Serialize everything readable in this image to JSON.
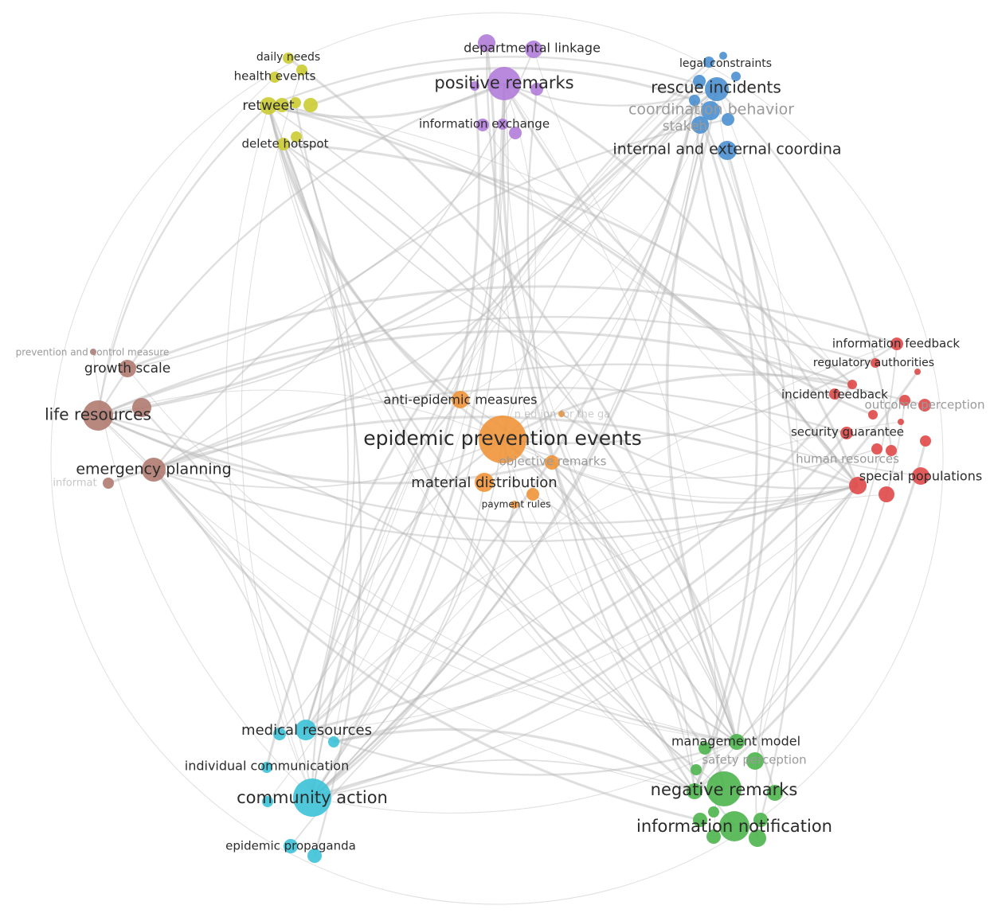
{
  "clusters": {
    "yellow": "#cccc33",
    "purple": "#b07cd8",
    "blue": "#4a90d0",
    "brown": "#b07a70",
    "orange": "#f0953a",
    "red": "#e04848",
    "cyan": "#3cc2d8",
    "green": "#4cb44c"
  },
  "labels": {
    "daily_needs": "daily needs",
    "health_events": "health events",
    "retweet": "retweet",
    "delete_hotspot": "delete hotspot",
    "departmental_linkage": "departmental linkage",
    "positive_remarks": "positive remarks",
    "information_exchange": "information exchange",
    "legal_constraints": "legal constraints",
    "rescue_incidents": "rescue incidents",
    "coordination_behavior": "coordination behavior",
    "stakeholder": "stakeh",
    "internal_external": "internal and external coordina",
    "prevention_control": "prevention and control measure",
    "growth_scale": "growth scale",
    "life_resources": "life resources",
    "emergency_planning": "emergency planning",
    "information_brown": "informat",
    "anti_epidemic": "anti-epidemic measures",
    "epidemic_prevention": "epidemic prevention events",
    "faint_orange": "n        ed    ion for the ga",
    "objective_remarks": "objective remarks",
    "material_distribution": "material distribution",
    "payment_rules": "payment rules",
    "information_feedback": "information feedback",
    "regulatory_authorities": "regulatory authorities",
    "incident_feedback": "incident feedback",
    "outcome_perception": "outcome perception",
    "security_guarantee": "security guarantee",
    "human_resources": "human resources",
    "special_populations": "special populations",
    "medical_resources": "medical resources",
    "individual_communication": "individual communication",
    "community_action": "community action",
    "epidemic_propaganda": "epidemic propaganda",
    "management_model": "management model",
    "safety_perception": "safety perception",
    "negative_remarks": "negative remarks",
    "information_notification": "information notification"
  },
  "nodes": [
    {
      "id": "y1",
      "c": "yellow"
    },
    {
      "id": "y2",
      "c": "yellow"
    },
    {
      "id": "y3",
      "c": "yellow"
    },
    {
      "id": "y4",
      "c": "yellow"
    },
    {
      "id": "y5",
      "c": "yellow"
    },
    {
      "id": "y6",
      "c": "yellow"
    },
    {
      "id": "y7",
      "c": "yellow"
    },
    {
      "id": "y8",
      "c": "yellow"
    },
    {
      "id": "y9",
      "c": "yellow"
    },
    {
      "id": "p1",
      "c": "purple"
    },
    {
      "id": "p2",
      "c": "purple"
    },
    {
      "id": "p3",
      "c": "purple"
    },
    {
      "id": "p4",
      "c": "purple"
    },
    {
      "id": "p5",
      "c": "purple"
    },
    {
      "id": "p6",
      "c": "purple"
    },
    {
      "id": "p7",
      "c": "purple"
    },
    {
      "id": "p8",
      "c": "purple"
    },
    {
      "id": "b1",
      "c": "blue"
    },
    {
      "id": "b2",
      "c": "blue"
    },
    {
      "id": "b3",
      "c": "blue"
    },
    {
      "id": "b4",
      "c": "blue"
    },
    {
      "id": "b5",
      "c": "blue"
    },
    {
      "id": "b6",
      "c": "blue"
    },
    {
      "id": "b7",
      "c": "blue"
    },
    {
      "id": "b8",
      "c": "blue"
    },
    {
      "id": "b9",
      "c": "blue"
    },
    {
      "id": "b10",
      "c": "blue"
    },
    {
      "id": "br1",
      "c": "brown"
    },
    {
      "id": "br2",
      "c": "brown"
    },
    {
      "id": "br3",
      "c": "brown"
    },
    {
      "id": "br4",
      "c": "brown"
    },
    {
      "id": "br5",
      "c": "brown"
    },
    {
      "id": "br6",
      "c": "brown"
    },
    {
      "id": "o1",
      "c": "orange"
    },
    {
      "id": "o2",
      "c": "orange"
    },
    {
      "id": "o3",
      "c": "orange"
    },
    {
      "id": "o4",
      "c": "orange"
    },
    {
      "id": "o5",
      "c": "orange"
    },
    {
      "id": "o6",
      "c": "orange"
    },
    {
      "id": "o7",
      "c": "orange"
    },
    {
      "id": "r1",
      "c": "red"
    },
    {
      "id": "r2",
      "c": "red"
    },
    {
      "id": "r3",
      "c": "red"
    },
    {
      "id": "r4",
      "c": "red"
    },
    {
      "id": "r5",
      "c": "red"
    },
    {
      "id": "r6",
      "c": "red"
    },
    {
      "id": "r7",
      "c": "red"
    },
    {
      "id": "r8",
      "c": "red"
    },
    {
      "id": "r9",
      "c": "red"
    },
    {
      "id": "r10",
      "c": "red"
    },
    {
      "id": "r11",
      "c": "red"
    },
    {
      "id": "r12",
      "c": "red"
    },
    {
      "id": "r13",
      "c": "red"
    },
    {
      "id": "r14",
      "c": "red"
    },
    {
      "id": "r15",
      "c": "red"
    },
    {
      "id": "r16",
      "c": "red"
    },
    {
      "id": "c1",
      "c": "cyan"
    },
    {
      "id": "c2",
      "c": "cyan"
    },
    {
      "id": "c3",
      "c": "cyan"
    },
    {
      "id": "c4",
      "c": "cyan"
    },
    {
      "id": "c5",
      "c": "cyan"
    },
    {
      "id": "c6",
      "c": "cyan"
    },
    {
      "id": "c7",
      "c": "cyan"
    },
    {
      "id": "c8",
      "c": "cyan"
    },
    {
      "id": "g1",
      "c": "green"
    },
    {
      "id": "g2",
      "c": "green"
    },
    {
      "id": "g3",
      "c": "green"
    },
    {
      "id": "g4",
      "c": "green"
    },
    {
      "id": "g5",
      "c": "green"
    },
    {
      "id": "g6",
      "c": "green"
    },
    {
      "id": "g7",
      "c": "green"
    },
    {
      "id": "g8",
      "c": "green"
    },
    {
      "id": "g9",
      "c": "green"
    },
    {
      "id": "g10",
      "c": "green"
    },
    {
      "id": "g11",
      "c": "green"
    },
    {
      "id": "g12",
      "c": "green"
    },
    {
      "id": "g13",
      "c": "green"
    }
  ],
  "edges": [
    [
      "o1",
      "p1"
    ],
    [
      "o1",
      "b2"
    ],
    [
      "o1",
      "b9"
    ],
    [
      "o1",
      "y3"
    ],
    [
      "o1",
      "br1"
    ],
    [
      "o1",
      "br3"
    ],
    [
      "o1",
      "r1"
    ],
    [
      "o1",
      "r5"
    ],
    [
      "o1",
      "r14"
    ],
    [
      "o1",
      "c1"
    ],
    [
      "o1",
      "c2"
    ],
    [
      "o1",
      "g1"
    ],
    [
      "o1",
      "g4"
    ],
    [
      "o1",
      "g7"
    ],
    [
      "p1",
      "b2"
    ],
    [
      "p1",
      "y3"
    ],
    [
      "p1",
      "g4"
    ],
    [
      "p1",
      "c1"
    ],
    [
      "p1",
      "br1"
    ],
    [
      "p1",
      "r14"
    ],
    [
      "p1",
      "g7"
    ],
    [
      "p1",
      "c3"
    ],
    [
      "b2",
      "g4"
    ],
    [
      "b2",
      "c1"
    ],
    [
      "b2",
      "r5"
    ],
    [
      "b2",
      "br1"
    ],
    [
      "b2",
      "y3"
    ],
    [
      "b9",
      "g7"
    ],
    [
      "b9",
      "c1"
    ],
    [
      "b9",
      "br3"
    ],
    [
      "b9",
      "r14"
    ],
    [
      "b9",
      "c2"
    ],
    [
      "y3",
      "c1"
    ],
    [
      "y3",
      "g4"
    ],
    [
      "y3",
      "br1"
    ],
    [
      "y3",
      "r14"
    ],
    [
      "y3",
      "g7"
    ],
    [
      "y9",
      "c2"
    ],
    [
      "y9",
      "g4"
    ],
    [
      "y9",
      "r5"
    ],
    [
      "br1",
      "g4"
    ],
    [
      "br1",
      "c1"
    ],
    [
      "br1",
      "r14"
    ],
    [
      "br1",
      "r5"
    ],
    [
      "br3",
      "g7"
    ],
    [
      "br3",
      "c2"
    ],
    [
      "br3",
      "r14"
    ],
    [
      "br2",
      "r1"
    ],
    [
      "br2",
      "g4"
    ],
    [
      "r14",
      "c1"
    ],
    [
      "r14",
      "g4"
    ],
    [
      "r5",
      "c2"
    ],
    [
      "r1",
      "c1"
    ],
    [
      "r1",
      "g7"
    ],
    [
      "r10",
      "br3"
    ],
    [
      "r10",
      "c4"
    ],
    [
      "c1",
      "g4"
    ],
    [
      "c1",
      "g7"
    ],
    [
      "c2",
      "g4"
    ],
    [
      "c4",
      "g7"
    ],
    [
      "c3",
      "r14"
    ],
    [
      "o2",
      "g4"
    ],
    [
      "o2",
      "c1"
    ],
    [
      "o2",
      "y3"
    ],
    [
      "o2",
      "b2"
    ],
    [
      "o4",
      "g7"
    ],
    [
      "o4",
      "r14"
    ],
    [
      "o4",
      "br1"
    ],
    [
      "o3",
      "b9"
    ],
    [
      "o3",
      "c1"
    ],
    [
      "p2",
      "g4"
    ],
    [
      "p2",
      "c1"
    ],
    [
      "p3",
      "r14"
    ],
    [
      "p3",
      "br3"
    ],
    [
      "p4",
      "g7"
    ],
    [
      "p5",
      "c2"
    ],
    [
      "p6",
      "r5"
    ],
    [
      "p8",
      "br2"
    ],
    [
      "b1",
      "c1"
    ],
    [
      "b3",
      "br1"
    ],
    [
      "b4",
      "g4"
    ],
    [
      "b5",
      "c1"
    ],
    [
      "b6",
      "br3"
    ],
    [
      "b8",
      "g7"
    ],
    [
      "b10",
      "c4"
    ],
    [
      "g1",
      "y3"
    ],
    [
      "g2",
      "br1"
    ],
    [
      "g3",
      "p1"
    ],
    [
      "g5",
      "b2"
    ],
    [
      "g6",
      "o1"
    ],
    [
      "g8",
      "y9"
    ],
    [
      "g9",
      "br3"
    ],
    [
      "g10",
      "p1"
    ],
    [
      "g11",
      "r14"
    ],
    [
      "g12",
      "b9"
    ],
    [
      "c5",
      "b2"
    ],
    [
      "c6",
      "p1"
    ],
    [
      "c7",
      "r14"
    ],
    [
      "c8",
      "y3"
    ],
    [
      "y1",
      "g4"
    ],
    [
      "y2",
      "c1"
    ],
    [
      "y4",
      "r14"
    ],
    [
      "y5",
      "g7"
    ],
    [
      "y6",
      "b9"
    ],
    [
      "y7",
      "br1"
    ],
    [
      "y8",
      "c2"
    ],
    [
      "r2",
      "br1"
    ],
    [
      "r3",
      "c1"
    ],
    [
      "r4",
      "y3"
    ],
    [
      "r6",
      "g4"
    ],
    [
      "r7",
      "br3"
    ],
    [
      "r8",
      "p1"
    ],
    [
      "r9",
      "c2"
    ],
    [
      "r11",
      "o1"
    ],
    [
      "r12",
      "b2"
    ],
    [
      "r13",
      "g7"
    ],
    [
      "r15",
      "c4"
    ],
    [
      "r16",
      "y9"
    ],
    [
      "br4",
      "g4"
    ],
    [
      "br5",
      "r14"
    ],
    [
      "br6",
      "c1"
    ],
    [
      "o5",
      "g4"
    ],
    [
      "o6",
      "r14"
    ],
    [
      "o7",
      "c1"
    ]
  ]
}
